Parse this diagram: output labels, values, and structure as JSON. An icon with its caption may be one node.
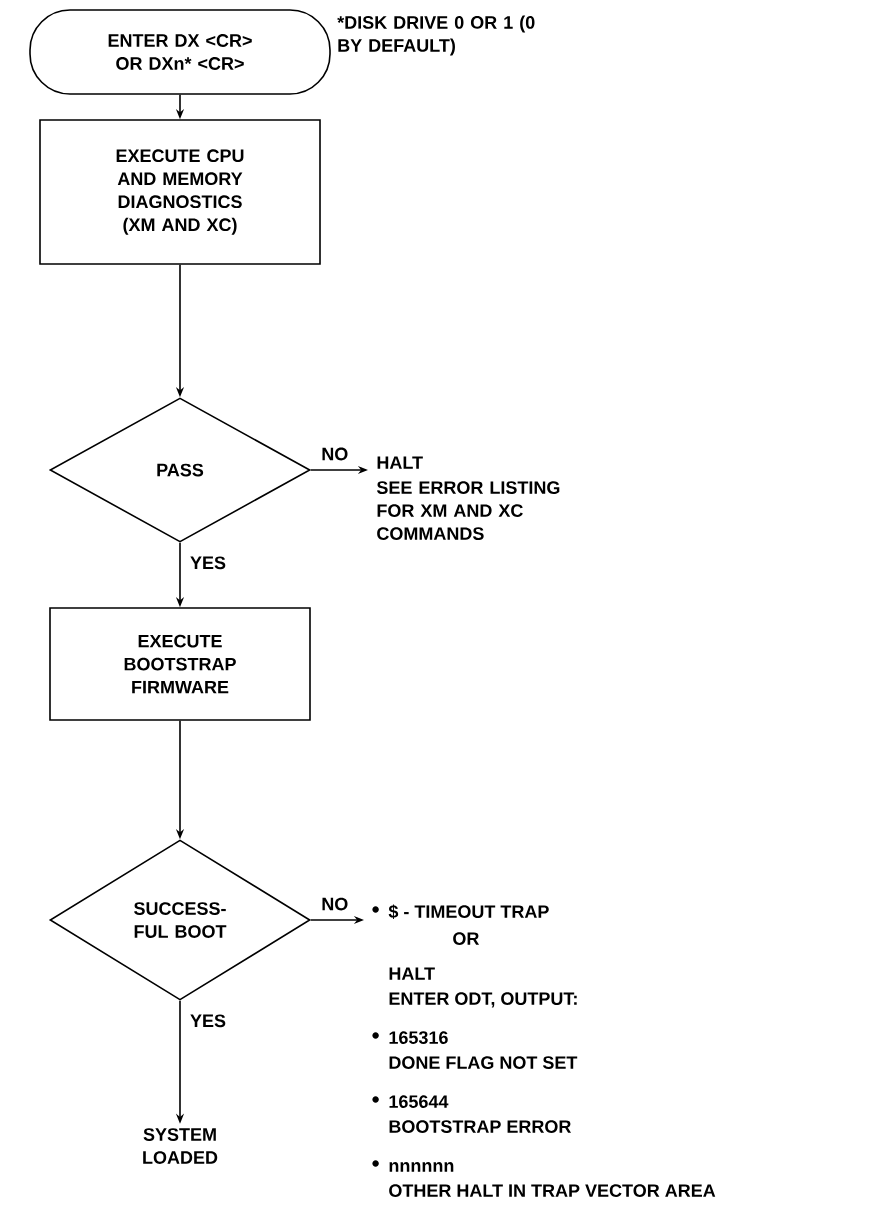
{
  "diagram": {
    "nodes": [
      {
        "text": [
          "ENTER DX <CR> OR DXn* <CR>"
        ],
        "beside": [
          "*DISK DRIVE 0 OR 1 (0 BY DEFAULT)"
        ]
      },
      {
        "text": [
          "EXECUTE CPU AND MEMORY DIAGNOSTICS (XM AND XC)"
        ]
      },
      {
        "text": [
          "PASS"
        ]
      },
      {
        "text": [
          "HALT",
          "SEE ERROR LISTING FOR XM AND XC COMMANDS"
        ]
      },
      {
        "text": [
          "EXECUTE BOOTSTRAP FIRMWARE"
        ]
      },
      {
        "text": [
          "SUCCESS- FUL BOOT"
        ]
      },
      {
        "text": [
          "SYSTEM LOADED"
        ]
      },
      {
        "text": [
          "$ - TIMEOUT TRAP",
          "OR",
          "HALT",
          "ENTER ODT, OUTPUT:",
          "165316",
          "DONE FLAG NOT SET",
          "165644",
          "BOOTSTRAP ERROR",
          "nnnnnn",
          "OTHER HALT IN TRAP VECTOR AREA"
        ]
      }
    ],
    "edges": [
      {
        "from": 0,
        "to": 1,
        "arrow": "to"
      },
      {
        "from": 1,
        "to": 2,
        "arrow": "to"
      },
      {
        "from": 2,
        "to": 3,
        "arrow": "to",
        "label": "NO"
      },
      {
        "from": 2,
        "to": 4,
        "arrow": "to",
        "label": "YES"
      },
      {
        "from": 4,
        "to": 5,
        "arrow": "to"
      },
      {
        "from": 5,
        "to": 7,
        "arrow": "to",
        "label": "NO"
      },
      {
        "from": 5,
        "to": 6,
        "arrow": "to",
        "label": "YES"
      }
    ]
  }
}
